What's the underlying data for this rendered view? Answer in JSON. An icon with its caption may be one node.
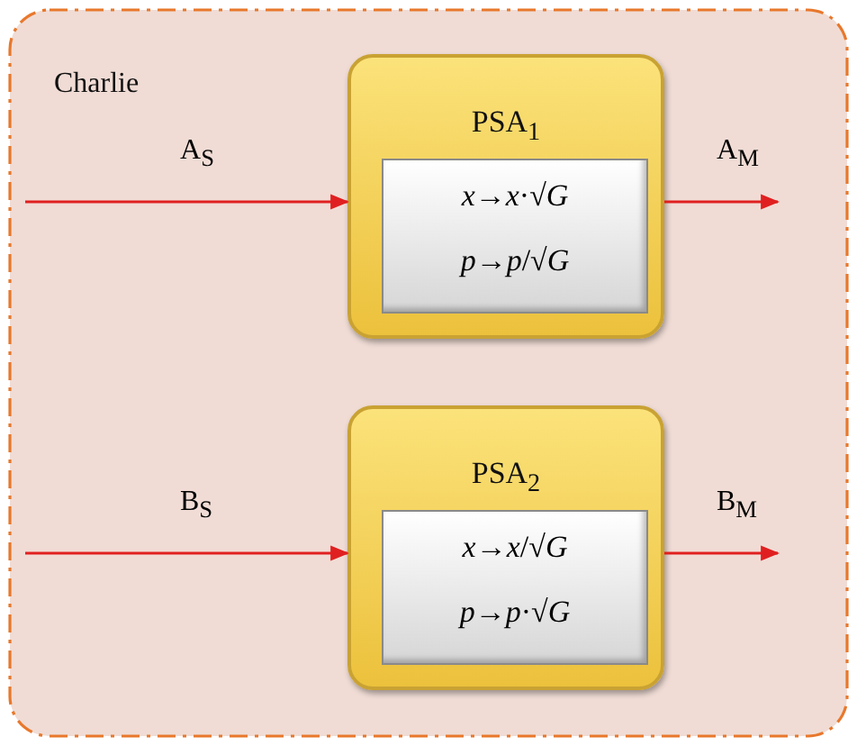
{
  "diagram": {
    "nodes": [
      {
        "text": [
          "Charlie"
        ]
      },
      {
        "text": [
          "PSA$_{1}$"
        ],
        "in": 0
      },
      {
        "text": [
          "*x*→*x*·√*G*",
          "*p*→*p*/√*G*"
        ],
        "in": 1
      },
      {
        "text": [
          "PSA$_{2}$"
        ],
        "in": 0
      },
      {
        "text": [
          "*x*→*x*/√*G*",
          "*p*→*p*·√*G*"
        ],
        "in": 3
      }
    ],
    "edges": [
      {
        "from": null,
        "to": 1,
        "arrow": "to",
        "label": "A$_{S}$"
      },
      {
        "from": 1,
        "to": null,
        "arrow": "to",
        "label": "A$_{M}$"
      },
      {
        "from": null,
        "to": 3,
        "arrow": "to",
        "label": "B$_{S}$"
      },
      {
        "from": 3,
        "to": null,
        "arrow": "to",
        "label": "B$_{M}$"
      }
    ]
  }
}
